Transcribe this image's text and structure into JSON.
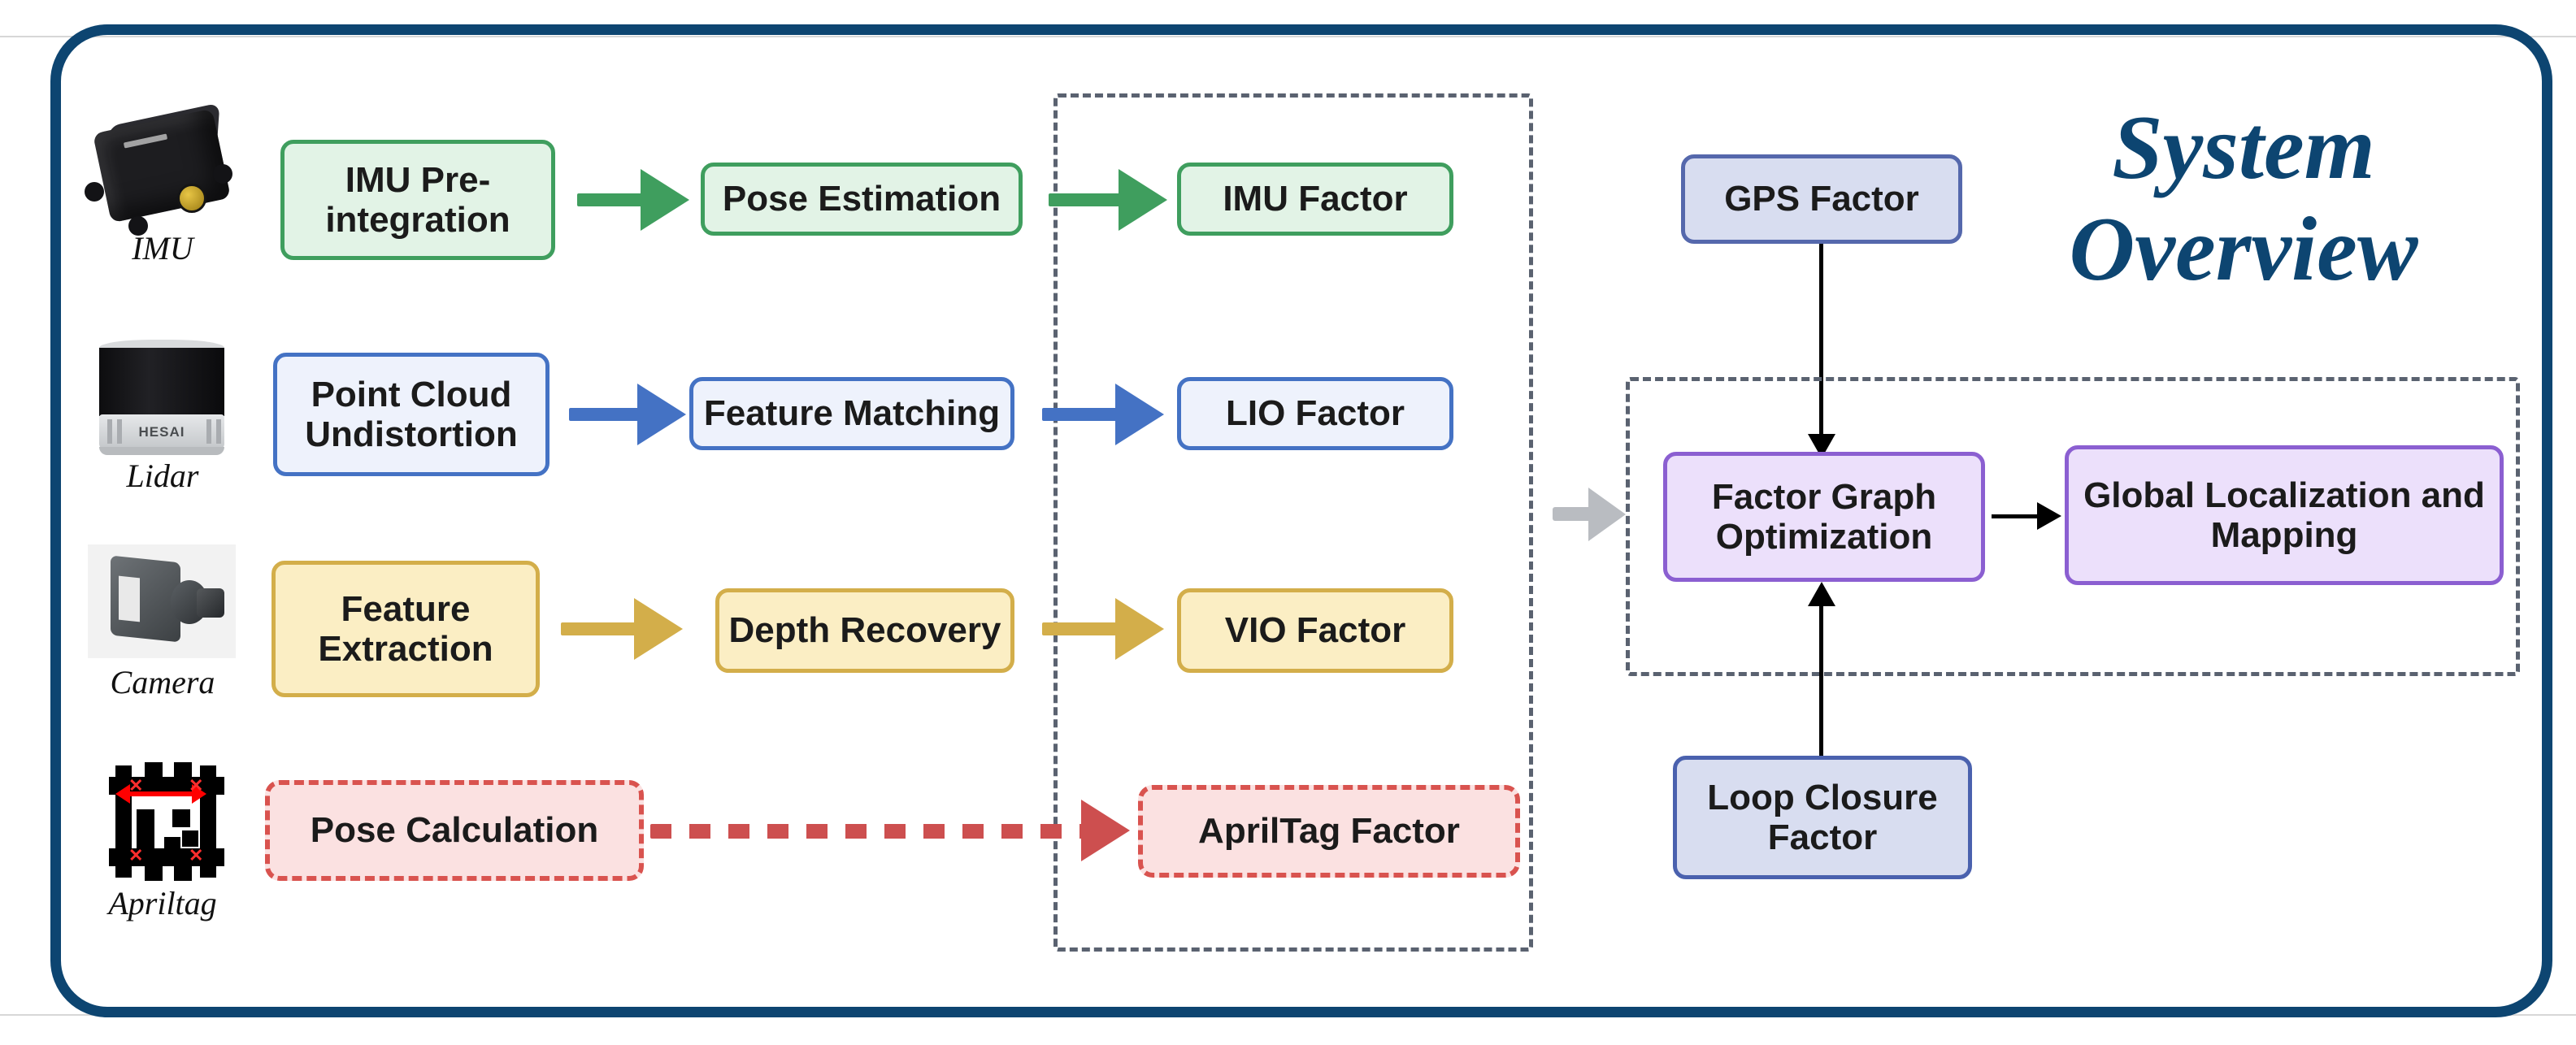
{
  "title": {
    "line1": "System",
    "line2": "Overview",
    "color": "#0d4571"
  },
  "frame": {
    "border_color": "#0d4571"
  },
  "sensors": [
    {
      "name": "IMU",
      "label": "IMU"
    },
    {
      "name": "Lidar",
      "label": "Lidar",
      "brand": "HESAI"
    },
    {
      "name": "Camera",
      "label": "Camera"
    },
    {
      "name": "Apriltag",
      "label": "Apriltag"
    }
  ],
  "pipelines": [
    {
      "id": "imu",
      "accent": "#3f9e5e",
      "fill": "#e2f3e6",
      "border": "#3f9e5e",
      "style": "solid",
      "stages": [
        {
          "label": "IMU Pre-integration"
        },
        {
          "label": "Pose Estimation"
        },
        {
          "label": "IMU Factor"
        }
      ]
    },
    {
      "id": "lidar",
      "accent": "#4472c4",
      "fill": "#eef2fc",
      "border": "#4472c4",
      "style": "solid",
      "stages": [
        {
          "label": "Point Cloud Undistortion"
        },
        {
          "label": "Feature Matching"
        },
        {
          "label": "LIO Factor"
        }
      ]
    },
    {
      "id": "camera",
      "accent": "#d3ae4a",
      "fill": "#fbeec4",
      "border": "#d3ae4a",
      "style": "solid",
      "stages": [
        {
          "label": "Feature Extraction"
        },
        {
          "label": "Depth Recovery"
        },
        {
          "label": "VIO Factor"
        }
      ]
    },
    {
      "id": "apriltag",
      "accent": "#cd4f4f",
      "fill": "#fbe1e1",
      "border": "#d9534f",
      "style": "dashed",
      "stages": [
        {
          "label": "Pose Calculation"
        },
        {
          "label": "AprilTag Factor"
        }
      ]
    }
  ],
  "factor_group": {
    "name": "factor-group",
    "border_color": "#5a6270"
  },
  "backend_group": {
    "name": "backend-group",
    "border_color": "#5a6270"
  },
  "backend": {
    "gps_factor": {
      "label": "GPS Factor",
      "fill": "#d8ddf0",
      "border": "#5568ac"
    },
    "loop_closure_factor": {
      "label": "Loop Closure Factor",
      "fill": "#d8ddf0",
      "border": "#4a61ae"
    },
    "factor_graph_optimization": {
      "label": "Factor Graph Optimization",
      "fill": "#ece0fb",
      "border": "#8b5fd1"
    },
    "global_localization": {
      "label": "Global Localization and Mapping",
      "fill": "#ece0fb",
      "border": "#8b5fd1"
    }
  },
  "connector": {
    "name": "stage-to-backend-arrow",
    "color": "#b9bcc1"
  }
}
